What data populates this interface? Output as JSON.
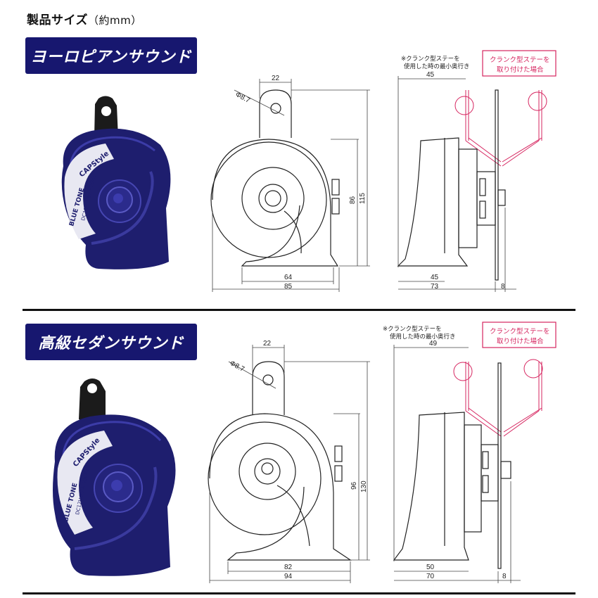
{
  "page": {
    "title": "製品サイズ",
    "unit": "（約mm）"
  },
  "sections": [
    {
      "label": "ヨーロピアンサウンド",
      "product_label": {
        "brand": "BLUE TONE",
        "maker": "CAPStyle",
        "spec": "DC12V 3.8A 420Hz"
      },
      "front_dims": {
        "hole": "Φ8.7",
        "bracket_width": "22",
        "height_body": "86",
        "height_total": "115",
        "base_inner": "64",
        "base_total": "85"
      },
      "side_dims": {
        "min_depth_note_1": "※クランク型ステーを",
        "min_depth_note_2": "使用した時の最小奥行き",
        "min_depth": "45",
        "body_depth": "45",
        "total_depth": "73",
        "bolt": "8",
        "stay_note_1": "クランク型ステーを",
        "stay_note_2": "取り付けた場合"
      }
    },
    {
      "label": "高級セダンサウンド",
      "product_label": {
        "brand": "BLUE TONE",
        "maker": "CAPStyle",
        "spec": "DC12V 3.8A 400Hz"
      },
      "front_dims": {
        "hole": "Φ8.7",
        "bracket_width": "22",
        "height_body": "96",
        "height_total": "130",
        "base_inner": "82",
        "base_total": "94"
      },
      "side_dims": {
        "min_depth_note_1": "※クランク型ステーを",
        "min_depth_note_2": "使用した時の最小奥行き",
        "min_depth": "49",
        "body_depth": "50",
        "total_depth": "70",
        "bolt": "8",
        "stay_note_1": "クランク型ステーを",
        "stay_note_2": "取り付けた場合"
      }
    }
  ],
  "colors": {
    "label_bg": "#17176f",
    "horn_blue": "#1e1e6e",
    "stay_pink": "#d6245f"
  }
}
